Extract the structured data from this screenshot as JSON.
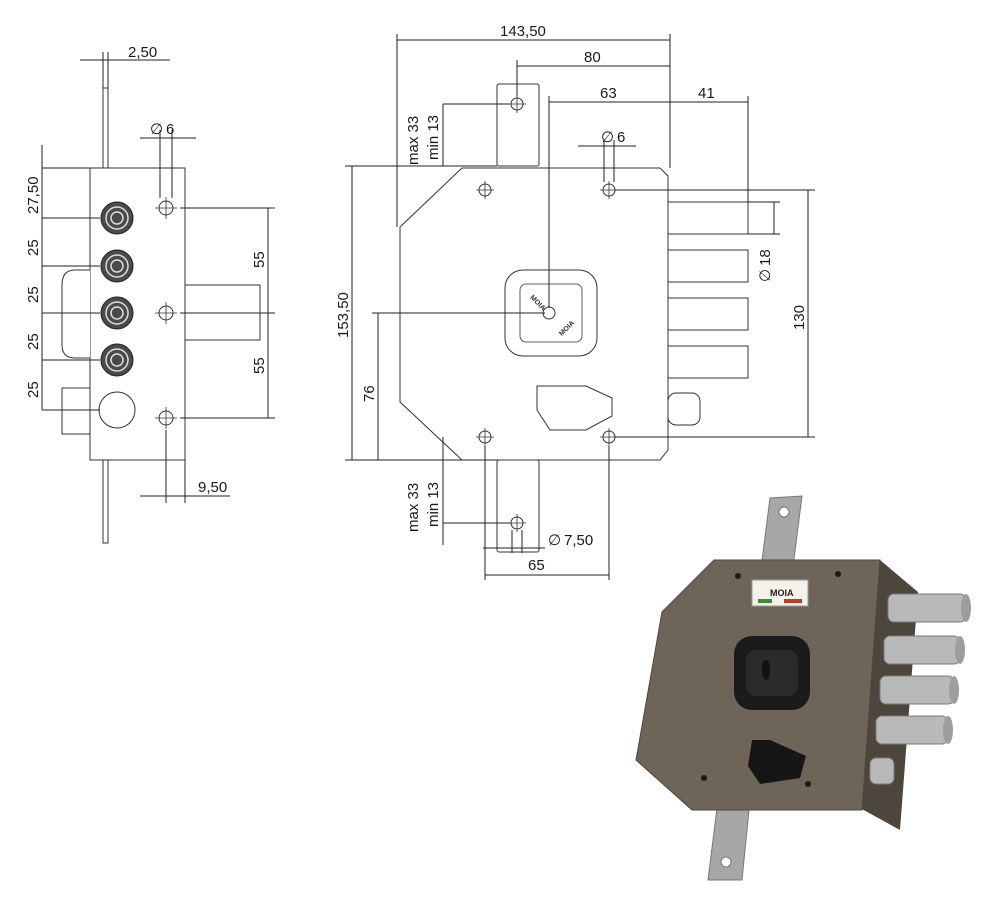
{
  "side_view": {
    "labels": {
      "top_rod": "2,50",
      "hole": "6",
      "d1": "27,50",
      "d2": "25",
      "d3": "25",
      "d4": "25",
      "d5": "25",
      "d6": "55",
      "d7": "55",
      "bottom": "9,50"
    }
  },
  "front_view": {
    "labels": {
      "width": "143,50",
      "w80": "80",
      "w63": "63",
      "w41": "41",
      "hole6": "6",
      "bolt_d": "18",
      "h130": "130",
      "h153": "153,50",
      "h76": "76",
      "top_max": "max 33",
      "top_min": "min 13",
      "bot_max": "max 33",
      "bot_min": "min 13",
      "hole750": "7,50",
      "w65": "65"
    },
    "diameter_symbol": "∅"
  },
  "photo": {
    "brand_label": "MOIA",
    "colors": {
      "body": "#6e6558",
      "body_dark": "#4d463d",
      "bolt": "#b9b9b9",
      "plate": "#a7a7a7"
    }
  }
}
